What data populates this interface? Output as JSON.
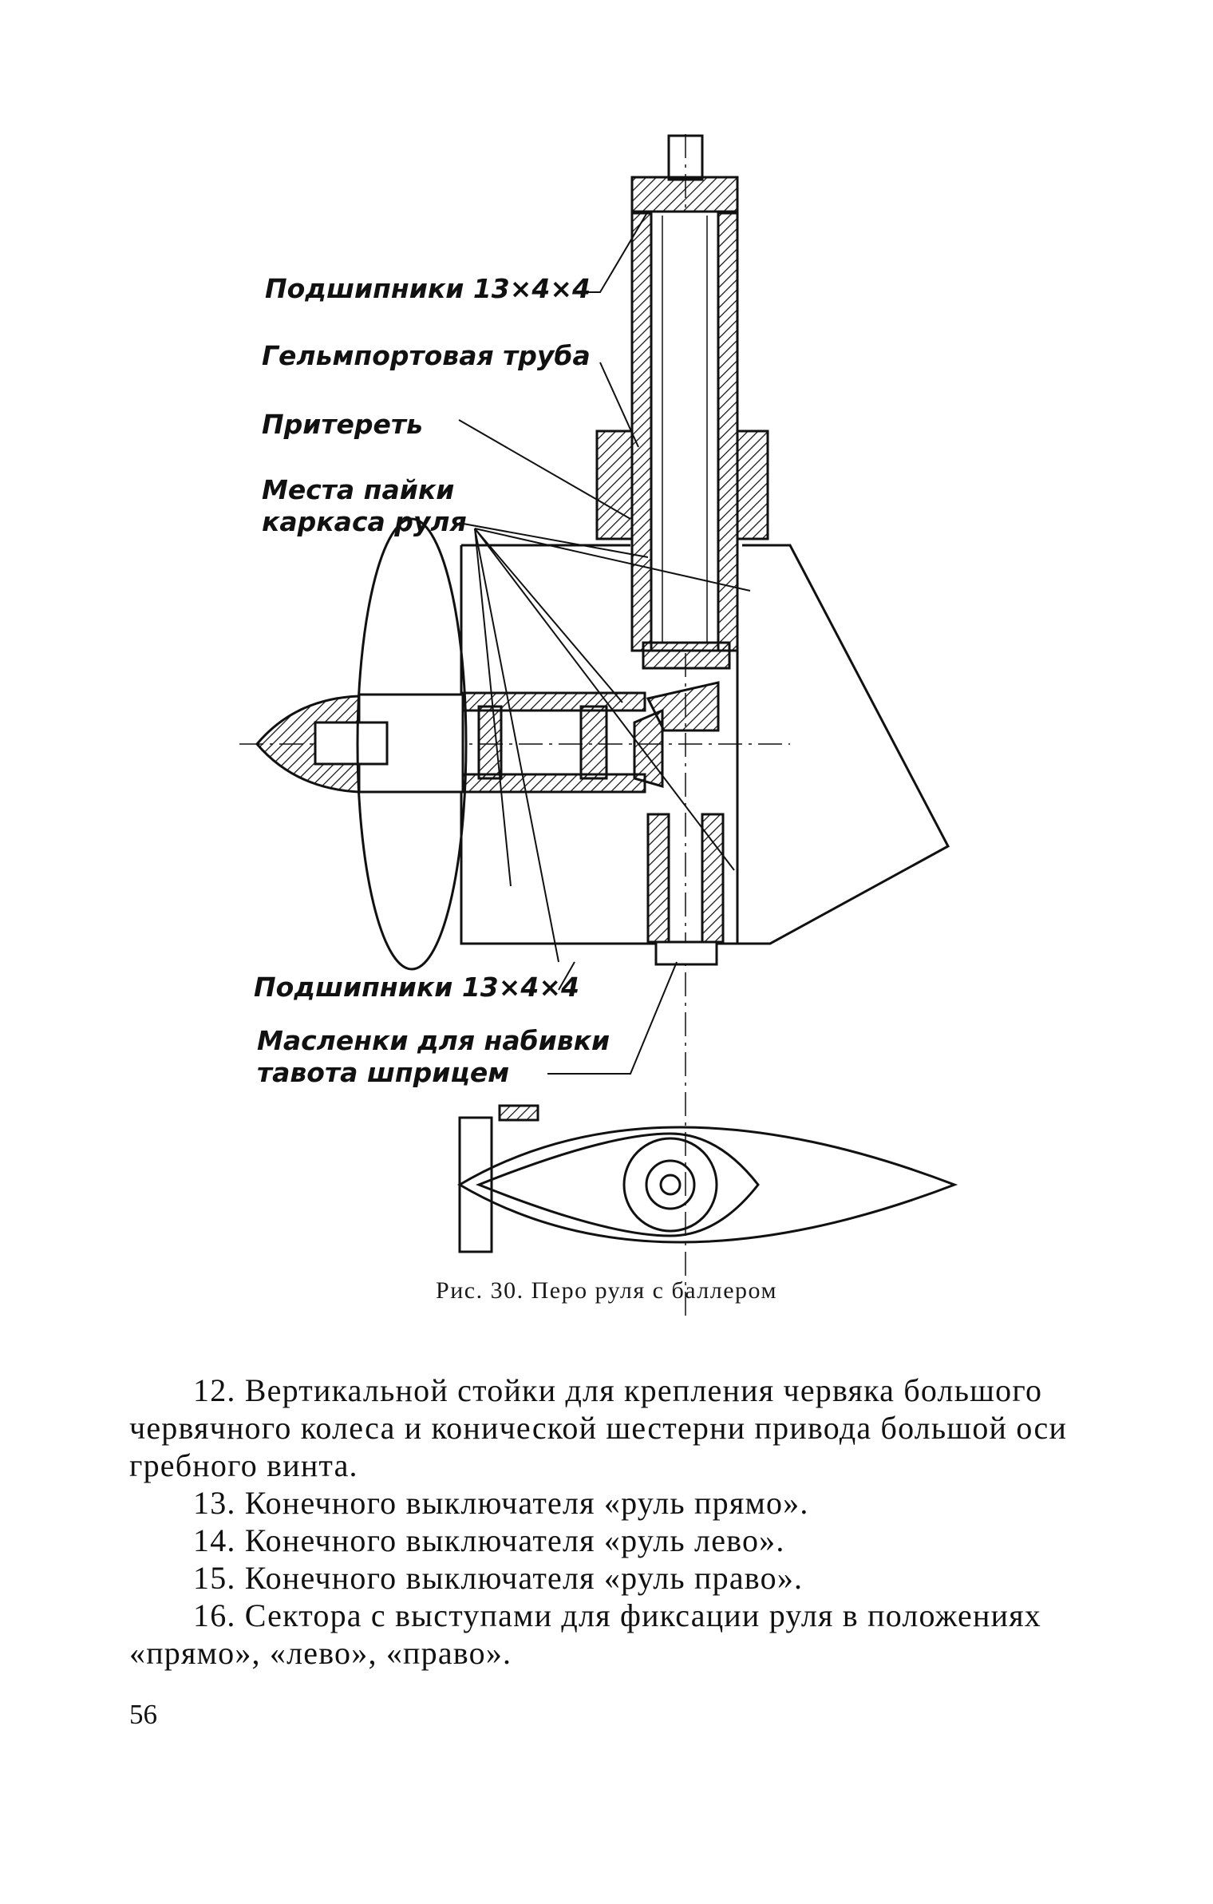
{
  "figure": {
    "labels": {
      "bearings_top": "Подшипники 13×4×4",
      "helm_tube": "Гельмпортовая труба",
      "lap": "Притереть",
      "solder_line1": "Места пайки",
      "solder_line2": "каркаса руля",
      "bearings_bottom": "Подшипники 13×4×4",
      "grease_line1": "Масленки для набивки",
      "grease_line2": "тавота шприцем"
    },
    "caption": "Рис. 30. Перо руля с баллером"
  },
  "body": {
    "item12": "12. Вертикальной стойки для крепления червяка большого червячного колеса и конической шестерни привода большой оси гребного винта.",
    "item13": "13. Конечного выключателя «руль прямо».",
    "item14": "14. Конечного выключателя «руль лево».",
    "item15": "15. Конечного выключателя «руль право».",
    "item16": "16. Сектора с выступами для фиксации руля в положениях «прямо», «лево», «право»."
  },
  "page_number": "56"
}
